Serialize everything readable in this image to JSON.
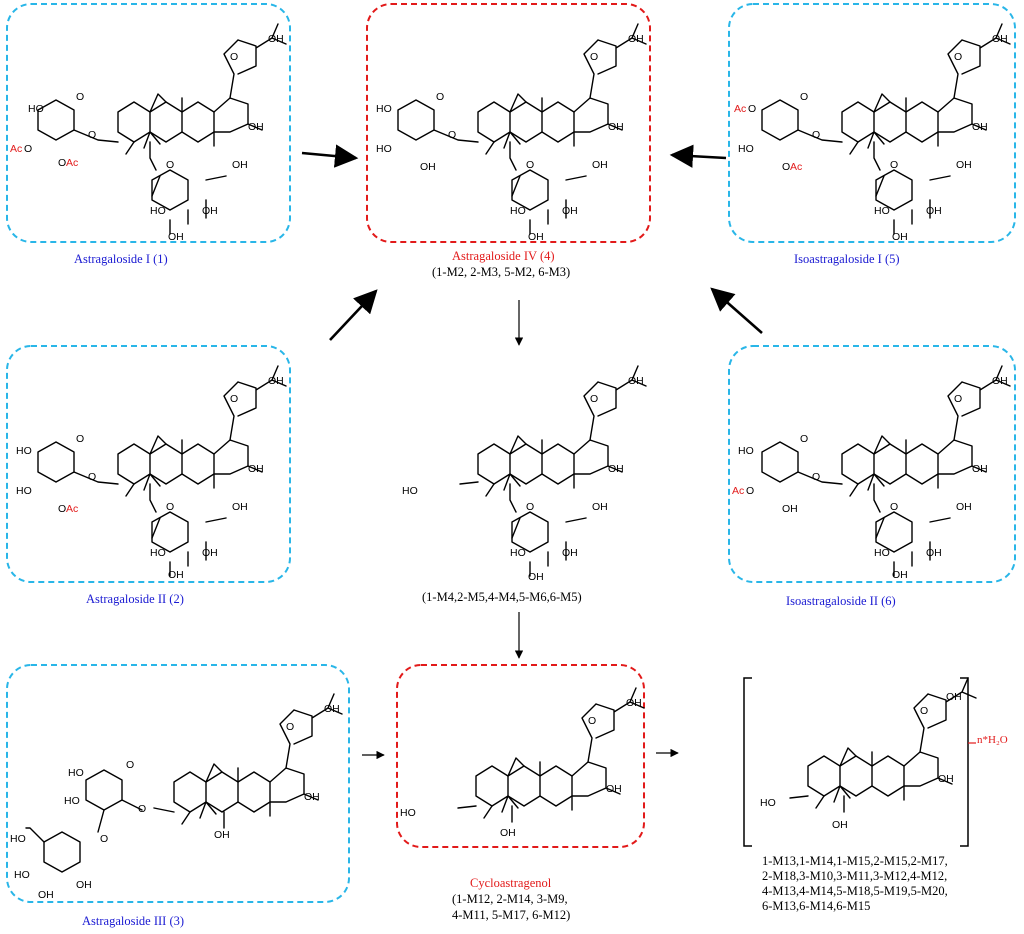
{
  "colors": {
    "blue_box": "#29b6e8",
    "red_box": "#e21a1a",
    "blue_text": "#1a1ad2",
    "red_text": "#e21a1a",
    "black": "#000000"
  },
  "atoms": {
    "OH": "OH",
    "O": "O",
    "H": "H",
    "Ac": "Ac",
    "OAc": "OAc"
  },
  "compounds": [
    {
      "id": "c1",
      "name": "Astragaloside I (1)",
      "box": "blue"
    },
    {
      "id": "c4",
      "name": "Astragaloside IV (4)",
      "box": "red",
      "metabolites": "(1-M2, 2-M3, 5-M2, 6-M3)"
    },
    {
      "id": "c5",
      "name": "Isoastragaloside I (5)",
      "box": "blue"
    },
    {
      "id": "c2",
      "name": "Astragaloside II (2)",
      "box": "blue"
    },
    {
      "id": "mid",
      "name": "",
      "box": "none",
      "metabolites": "(1-M4,2-M5,4-M4,5-M6,6-M5)"
    },
    {
      "id": "c6",
      "name": "Isoastragaloside II (6)",
      "box": "blue"
    },
    {
      "id": "c3",
      "name": "Astragaloside III (3)",
      "box": "blue"
    },
    {
      "id": "cyc",
      "name": "Cycloastragenol",
      "box": "red",
      "metabolites_lines": [
        "(1-M12, 2-M14, 3-M9,",
        "4-M11, 5-M17, 6-M12)"
      ]
    },
    {
      "id": "hyd",
      "name": "",
      "box": "bracket",
      "suffix": "n*H₂O",
      "metabolites_lines": [
        "1-M13,1-M14,1-M15,2-M15,2-M17,",
        "2-M18,3-M10,3-M11,3-M12,4-M12,",
        "4-M13,4-M14,5-M18,5-M19,5-M20,",
        "6-M13,6-M14,6-M15"
      ]
    }
  ]
}
